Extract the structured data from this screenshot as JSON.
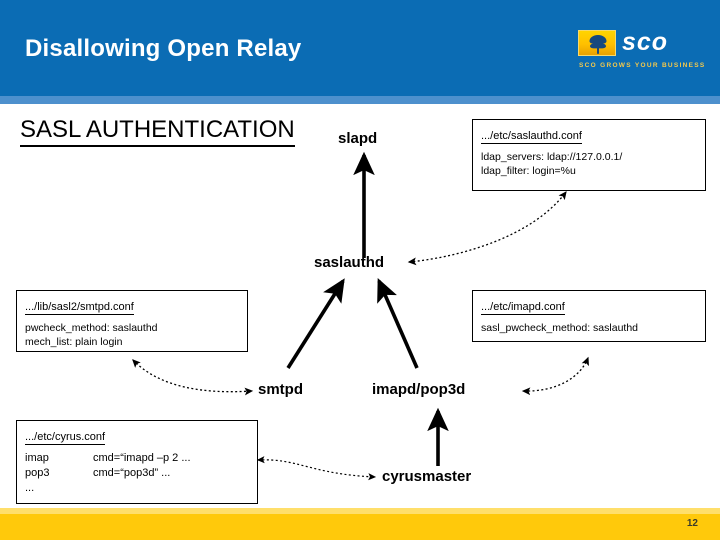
{
  "header": {
    "title": "Disallowing Open Relay",
    "bg_color": "#0b6cb4",
    "stripe_color": "#4d90cd",
    "logo": {
      "word": "sco",
      "tagline": "SCO GROWS YOUR BUSINESS",
      "mark_color": "#ffc000"
    }
  },
  "section": {
    "title": "SASL AUTHENTICATION"
  },
  "nodes": {
    "slapd": "slapd",
    "saslauthd": "saslauthd",
    "smtpd": "smtpd",
    "imapd_pop3d": "imapd/pop3d",
    "cyrusmaster": "cyrusmaster"
  },
  "boxes": {
    "saslauthd_conf": {
      "path": ".../etc/saslauthd.conf",
      "lines": [
        "ldap_servers: ldap://127.0.0.1/",
        "ldap_filter: login=%u"
      ]
    },
    "smtpd_conf": {
      "path": ".../lib/sasl2/smtpd.conf",
      "lines": [
        "pwcheck_method: saslauthd",
        "mech_list: plain login"
      ]
    },
    "imapd_conf": {
      "path": ".../etc/imapd.conf",
      "lines": [
        "sasl_pwcheck_method: saslauthd"
      ]
    },
    "cyrus_conf": {
      "path": ".../etc/cyrus.conf",
      "rows": [
        {
          "key": "imap",
          "value": "cmd=“imapd –p 2  ..."
        },
        {
          "key": "pop3",
          "value": "cmd=“pop3d” ..."
        },
        {
          "key": "...",
          "value": ""
        }
      ]
    }
  },
  "footer": {
    "page_number": "12",
    "bg_color": "#ffc90b",
    "stripe_color": "#ffdf6b"
  }
}
